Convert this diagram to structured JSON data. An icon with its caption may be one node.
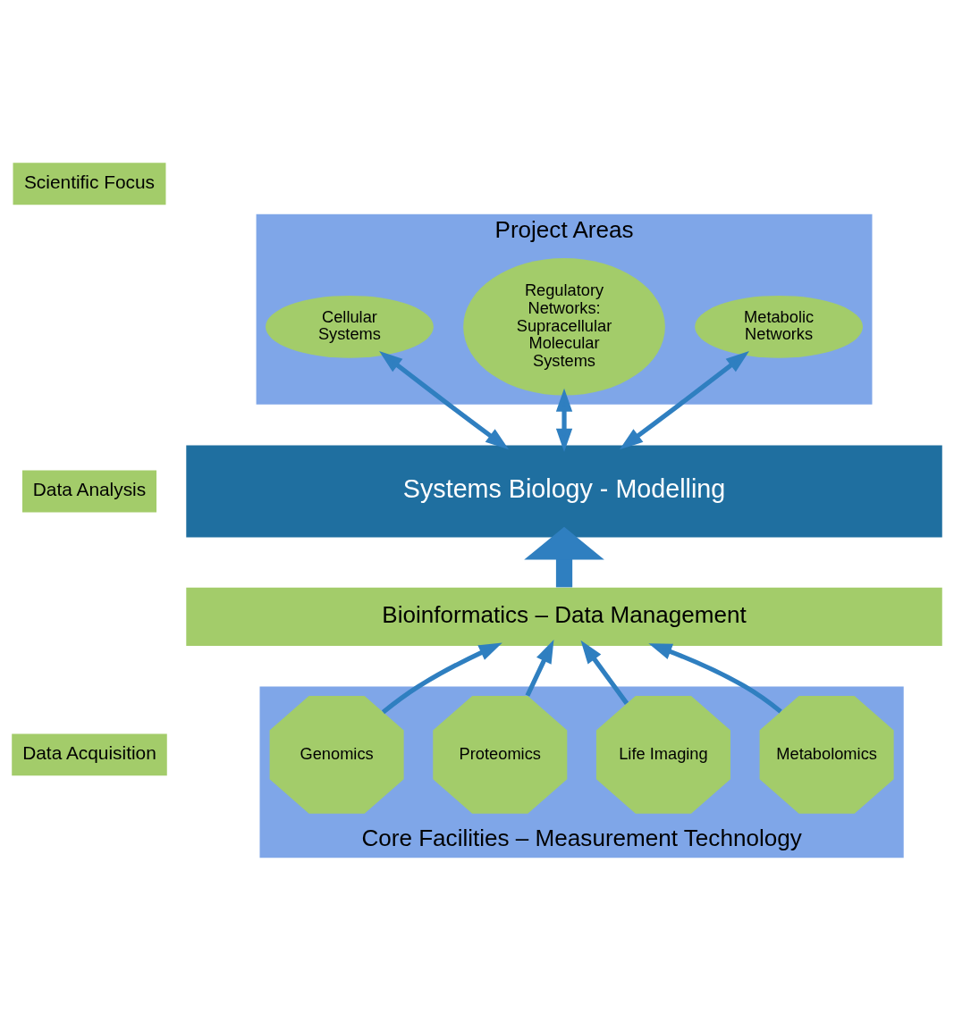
{
  "diagram": {
    "nodes": [
      {
        "text": [
          "Scientific Focus"
        ]
      },
      {
        "text": [
          "Data Analysis"
        ]
      },
      {
        "text": [
          "Data Acquisition"
        ]
      },
      {
        "text": [
          "Project Areas"
        ]
      },
      {
        "text": [
          "Cellular Systems"
        ],
        "in": 3
      },
      {
        "text": [
          "Regulatory Networks: Supracellular Molecular Systems"
        ],
        "in": 3
      },
      {
        "text": [
          "Metabolic Networks"
        ],
        "in": 3
      },
      {
        "text": [
          "Systems Biology - Modelling"
        ]
      },
      {
        "text": [
          "Bioinformatics – Data Management"
        ]
      },
      {
        "text": [
          "Core Facilities – Measurement Technology"
        ]
      },
      {
        "text": [
          "Genomics"
        ],
        "in": 9
      },
      {
        "text": [
          "Proteomics"
        ],
        "in": 9
      },
      {
        "text": [
          "Life Imaging"
        ],
        "in": 9
      },
      {
        "text": [
          "Metabolomics"
        ],
        "in": 9
      }
    ],
    "edges": [
      {
        "from": 7,
        "to": 4,
        "arrow": "both"
      },
      {
        "from": 7,
        "to": 5,
        "arrow": "both"
      },
      {
        "from": 7,
        "to": 6,
        "arrow": "both"
      },
      {
        "from": 8,
        "to": 7,
        "arrow": "to",
        "style": "thick"
      },
      {
        "from": 10,
        "to": 8,
        "arrow": "to"
      },
      {
        "from": 11,
        "to": 8,
        "arrow": "to"
      },
      {
        "from": 12,
        "to": 8,
        "arrow": "to"
      },
      {
        "from": 13,
        "to": 8,
        "arrow": "to"
      }
    ]
  }
}
